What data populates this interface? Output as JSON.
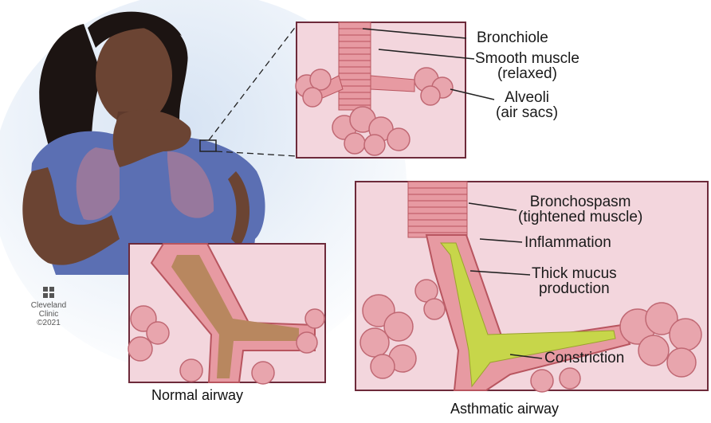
{
  "labels": {
    "bronchiole": "Bronchiole",
    "smooth_muscle": [
      "Smooth muscle",
      "(relaxed)"
    ],
    "alveoli": [
      "Alveoli",
      "(air sacs)"
    ],
    "bronchospasm": [
      "Bronchospasm",
      "(tightened muscle)"
    ],
    "inflammation": "Inflammation",
    "thick_mucus": [
      "Thick mucus",
      "production"
    ],
    "constriction": "Constriction"
  },
  "captions": {
    "normal": "Normal airway",
    "asthmatic": "Asthmatic airway"
  },
  "logo": {
    "line1": "Cleveland",
    "line2": "Clinic",
    "line3": "©2021"
  },
  "colors": {
    "panel_bg": "#f3d6dd",
    "panel_border": "#6d2a3a",
    "airway": "#e79aa2",
    "airway_dark": "#b8555f",
    "mucus": "#c7d64a",
    "shirt": "#5b6fb3",
    "skin": "#6b4433",
    "hair": "#1c1412",
    "sky": "#dfe8f4"
  }
}
